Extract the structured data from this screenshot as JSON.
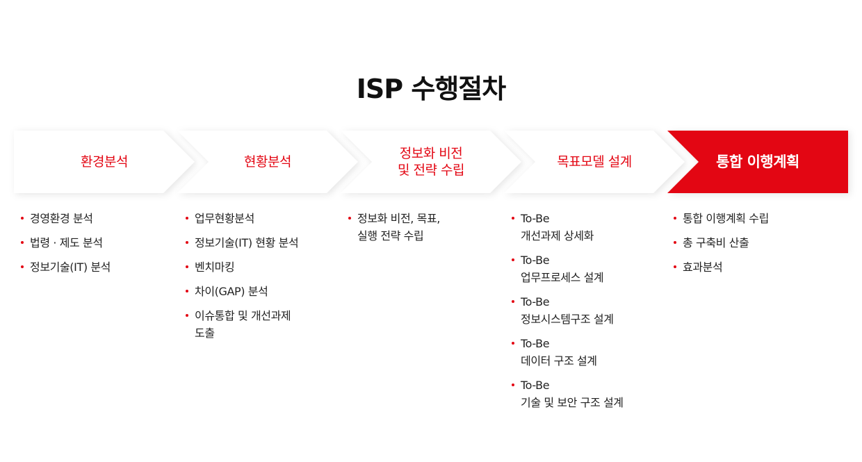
{
  "title": "ISP 수행절차",
  "accent_color": "#e30613",
  "steps": [
    {
      "label": "환경분석",
      "items": [
        "경영환경 분석",
        "법령 · 제도 분석",
        "정보기술(IT) 분석"
      ]
    },
    {
      "label": "현황분석",
      "items": [
        "업무현황분석",
        "정보기술(IT) 현황 분석",
        "벤치마킹",
        "차이(GAP) 분석",
        "이슈통합 및 개선과제\n도출"
      ]
    },
    {
      "label": "정보화 비전\n및 전략 수립",
      "items": [
        "정보화 비전, 목표,\n실행 전략 수립"
      ]
    },
    {
      "label": "목표모델 설계",
      "items": [
        "To-Be\n개선과제 상세화",
        "To-Be\n업무프로세스 설계",
        "To-Be\n정보시스템구조 설계",
        "To-Be\n데이터 구조 설계",
        "To-Be\n기술 및 보안 구조 설계"
      ]
    },
    {
      "label": "통합 이행계획",
      "items": [
        "통합 이행계획 수립",
        "총 구축비 산출",
        "효과분석"
      ]
    }
  ]
}
